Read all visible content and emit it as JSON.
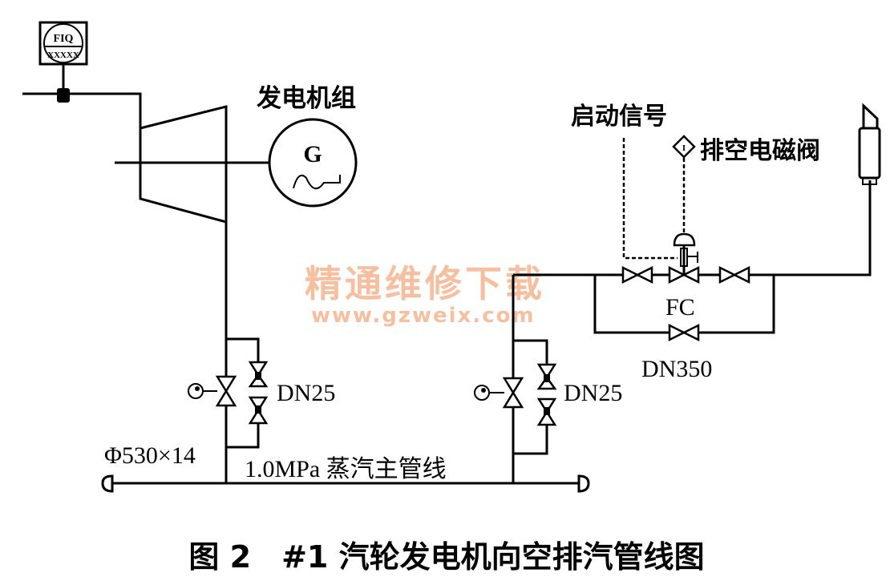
{
  "instrument": {
    "tag": "FIQ",
    "code": "XXXXX"
  },
  "labels": {
    "generator_set": "发电机组",
    "generator_symbol": "G",
    "start_signal": "启动信号",
    "solenoid_valve": "排空电磁阀",
    "solenoid_symbol": "I",
    "fail_mode": "FC",
    "bypass_size": "DN350",
    "drain_size_left": "DN25",
    "drain_size_right": "DN25",
    "pipe_spec": "Φ530×14",
    "main_line": "1.0MPa 蒸汽主管线"
  },
  "watermark": {
    "title": "精通维修下载",
    "url": "www.gzweix.com"
  },
  "caption": "图 2　#1 汽轮发电机向空排汽管线图"
}
